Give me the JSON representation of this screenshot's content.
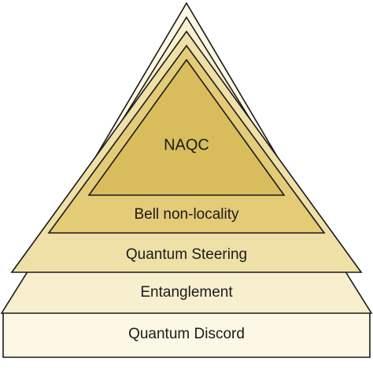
{
  "levels": [
    {
      "label": "Quantum Discord",
      "fill": "#fdf8e6"
    },
    {
      "label": "Entanglement",
      "fill": "#f8efcf"
    },
    {
      "label": "Quantum Steering",
      "fill": "#efe0a8"
    },
    {
      "label": "Bell non-locality",
      "fill": "#e3cb78"
    },
    {
      "label": "NAQC",
      "fill": "#d9bd5c"
    }
  ],
  "colors": {
    "stroke": "#1a1a1a",
    "background": "#ffffff"
  }
}
